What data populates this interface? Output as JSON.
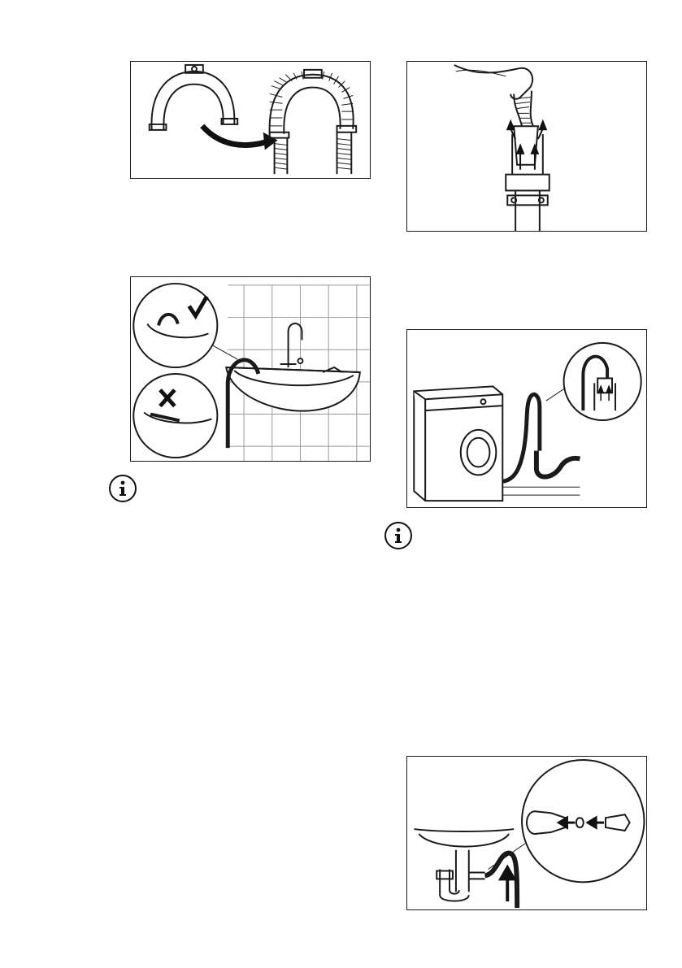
{
  "figures": [
    {
      "name": "hose-guide-fitting-figure",
      "icons": [
        "hose-guide-icon",
        "arrow-right-icon",
        "drain-hose-icon"
      ]
    },
    {
      "name": "sink-edge-placement-figure",
      "icons": [
        "check-mark-icon",
        "cross-mark-icon",
        "sink-icon",
        "tap-icon"
      ]
    },
    {
      "name": "standpipe-insertion-figure",
      "icons": [
        "hand-icon",
        "arrow-up-icon",
        "standpipe-icon"
      ]
    },
    {
      "name": "washer-standpipe-figure",
      "icons": [
        "washing-machine-icon",
        "drain-hose-icon",
        "arrow-up-icon"
      ]
    },
    {
      "name": "sink-trap-spigot-figure",
      "icons": [
        "sink-trap-icon",
        "hose-clamp-icon",
        "arrow-left-icon",
        "arrow-up-icon"
      ]
    }
  ],
  "notes": [
    {
      "name": "info-note-1",
      "icon": "info-icon"
    },
    {
      "name": "info-note-2",
      "icon": "info-icon"
    }
  ],
  "colors": {
    "line": "#1a1a1a",
    "background": "#ffffff"
  }
}
